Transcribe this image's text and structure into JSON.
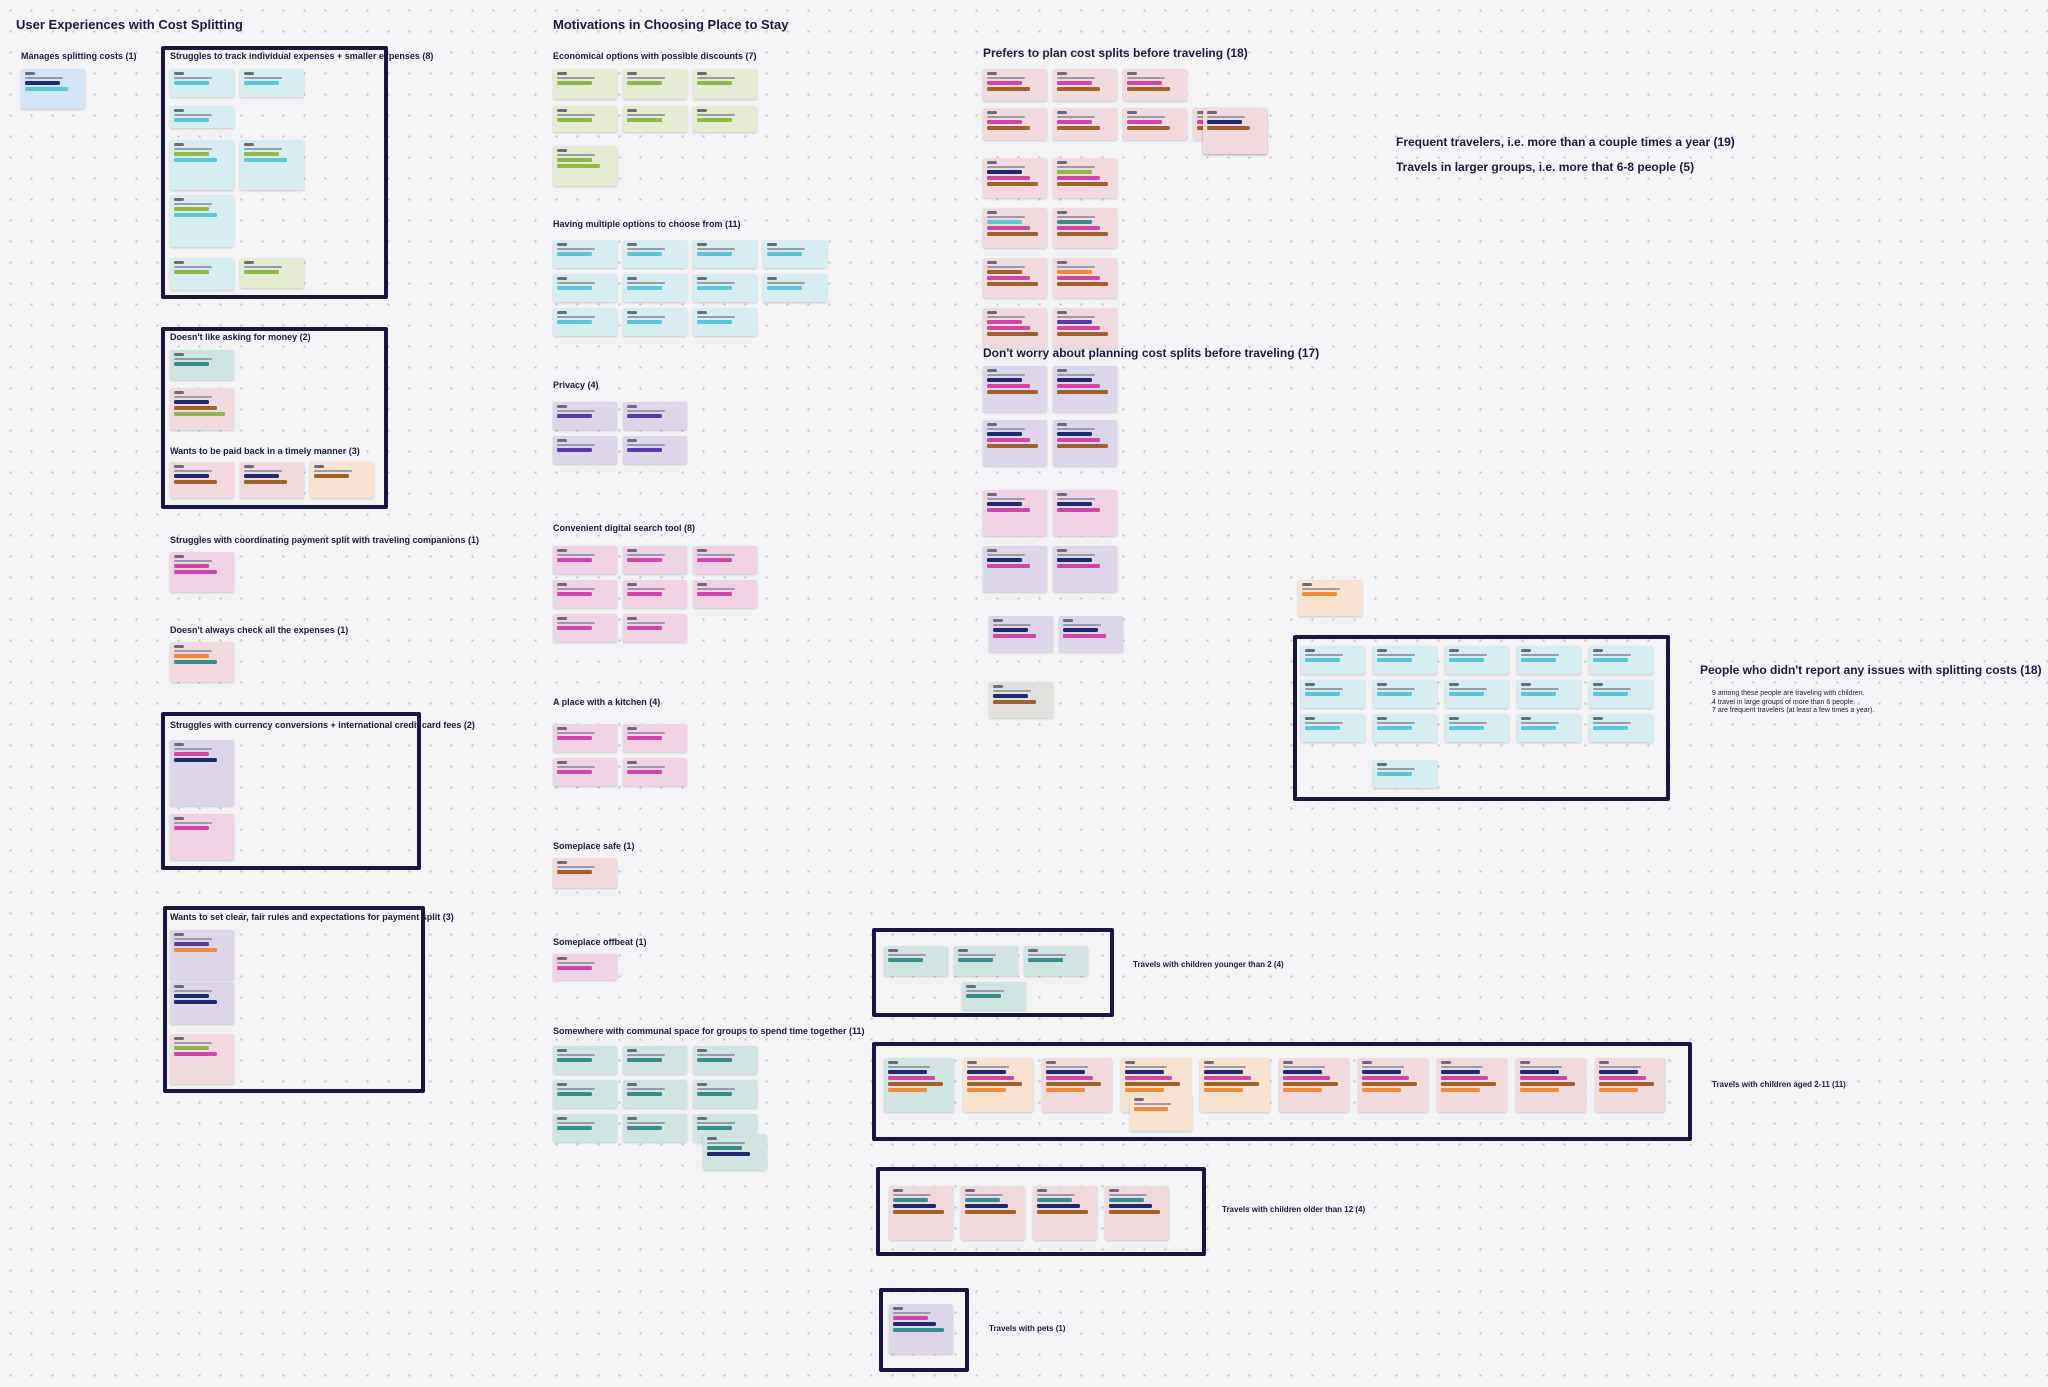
{
  "board": {
    "headings": [
      {
        "text": "User Experiences with Cost Splitting"
      },
      {
        "text": "Motivations in Choosing Place to Stay"
      },
      {
        "text": "Prefers to plan cost splits before traveling (18)"
      },
      {
        "text": "Don't worry about planning cost splits before traveling (17)"
      },
      {
        "text": "Frequent travelers, i.e. more than a couple times a year (19)"
      },
      {
        "text": "Travels in larger groups, i.e. more that 6-8 people (5)"
      },
      {
        "text": "People who didn't report any issues with splitting costs (18)"
      }
    ],
    "cluster_titles": [
      {
        "text": "Manages splitting costs (1)"
      },
      {
        "text": "Struggles to track individual expenses + smaller expenses (8)"
      },
      {
        "text": "Doesn't like asking for money (2)"
      },
      {
        "text": "Wants to be paid back in a timely manner (3)"
      },
      {
        "text": "Struggles with coordinating payment split with traveling companions (1)"
      },
      {
        "text": "Doesn't always check all the expenses (1)"
      },
      {
        "text": "Struggles with currency conversions + international credit card fees (2)"
      },
      {
        "text": "Wants to set clear, fair rules and expectations for payment split (3)"
      },
      {
        "text": "Economical options with possible discounts (7)"
      },
      {
        "text": "Having multiple options to choose from (11)"
      },
      {
        "text": "Privacy (4)"
      },
      {
        "text": "Convenient digital search tool (8)"
      },
      {
        "text": "A place with a kitchen (4)"
      },
      {
        "text": "Someplace safe (1)"
      },
      {
        "text": "Someplace offbeat (1)"
      },
      {
        "text": "Somewhere with communal space for groups to spend time together (11)"
      }
    ],
    "side_labels": [
      {
        "text": "Travels with children younger than 2 (4)"
      },
      {
        "text": "Travels with children aged 2-11 (11)"
      },
      {
        "text": "Travels with children older than 12 (4)"
      },
      {
        "text": "Travels with pets (1)"
      }
    ],
    "summary_lines": [
      "9 among these people are traveling with children.",
      "4 travel in large groups of more than 6 people.",
      "7 are frequent travelers (at least a few times a year)."
    ],
    "colors": {
      "frame": "#1b1640",
      "note_blue": "#d3e4f5",
      "note_cyan": "#d6eef2",
      "note_green": "#e6ecd2",
      "note_lavender": "#dcd6e8",
      "note_pink": "#efd3e4",
      "note_rose": "#f1dadd",
      "note_peach": "#f7e3d0",
      "note_grey": "#e0e0dc",
      "note_teal": "#d0e4e2",
      "tag_navy": "#1e2a6e",
      "tag_green": "#8fb84a",
      "tag_cyan": "#5ac6d8",
      "tag_teal": "#3c8c8c",
      "tag_brown": "#a0622c",
      "tag_orange": "#f08a3c",
      "tag_magenta": "#d045a8",
      "tag_purple": "#5a3aa8"
    }
  }
}
